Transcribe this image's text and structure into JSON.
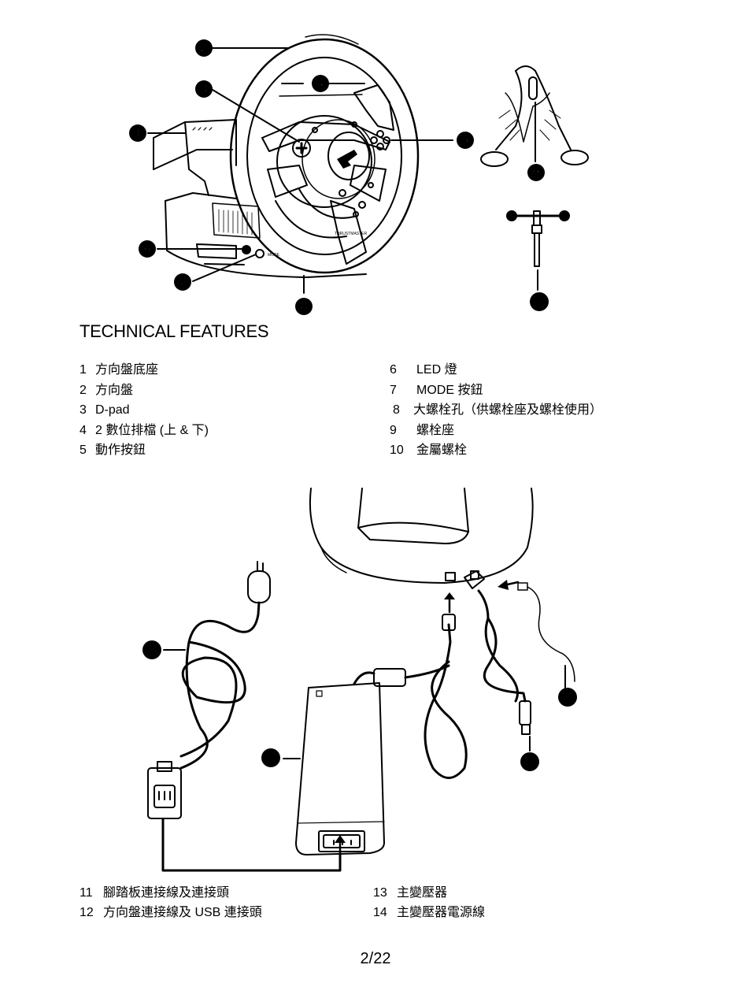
{
  "section_title": "TECHNICAL FEATURES",
  "top_figure": {
    "callouts": [
      "1",
      "2",
      "3",
      "4",
      "5",
      "6",
      "7",
      "8",
      "9",
      "10"
    ],
    "brand_text": "THRUSTMASTER",
    "mode_text": "MODE"
  },
  "features_left": [
    {
      "num": "1",
      "label": "方向盤底座"
    },
    {
      "num": "2",
      "label": "方向盤"
    },
    {
      "num": "3",
      "label": "D-pad"
    },
    {
      "num": "4",
      "label": "2 數位排檔 (上 & 下)"
    },
    {
      "num": "5",
      "label": "動作按鈕"
    }
  ],
  "features_right": [
    {
      "num": "6",
      "label": "LED 燈"
    },
    {
      "num": "7",
      "label": "MODE 按鈕"
    },
    {
      "num": "8",
      "label": "大螺栓孔（供螺栓座及螺栓使用）"
    },
    {
      "num": "9",
      "label": "螺栓座"
    },
    {
      "num": "10",
      "label": "金屬螺栓"
    }
  ],
  "bottom_figure": {
    "callouts": [
      "11",
      "12",
      "13",
      "14"
    ]
  },
  "captions_left": [
    {
      "num": "11",
      "label": "腳踏板連接線及連接頭"
    },
    {
      "num": "12",
      "label": "方向盤連接線及 USB 連接頭"
    }
  ],
  "captions_right": [
    {
      "num": "13",
      "label": "主變壓器"
    },
    {
      "num": "14",
      "label": "主變壓器電源線"
    }
  ],
  "page_number": "2/22"
}
